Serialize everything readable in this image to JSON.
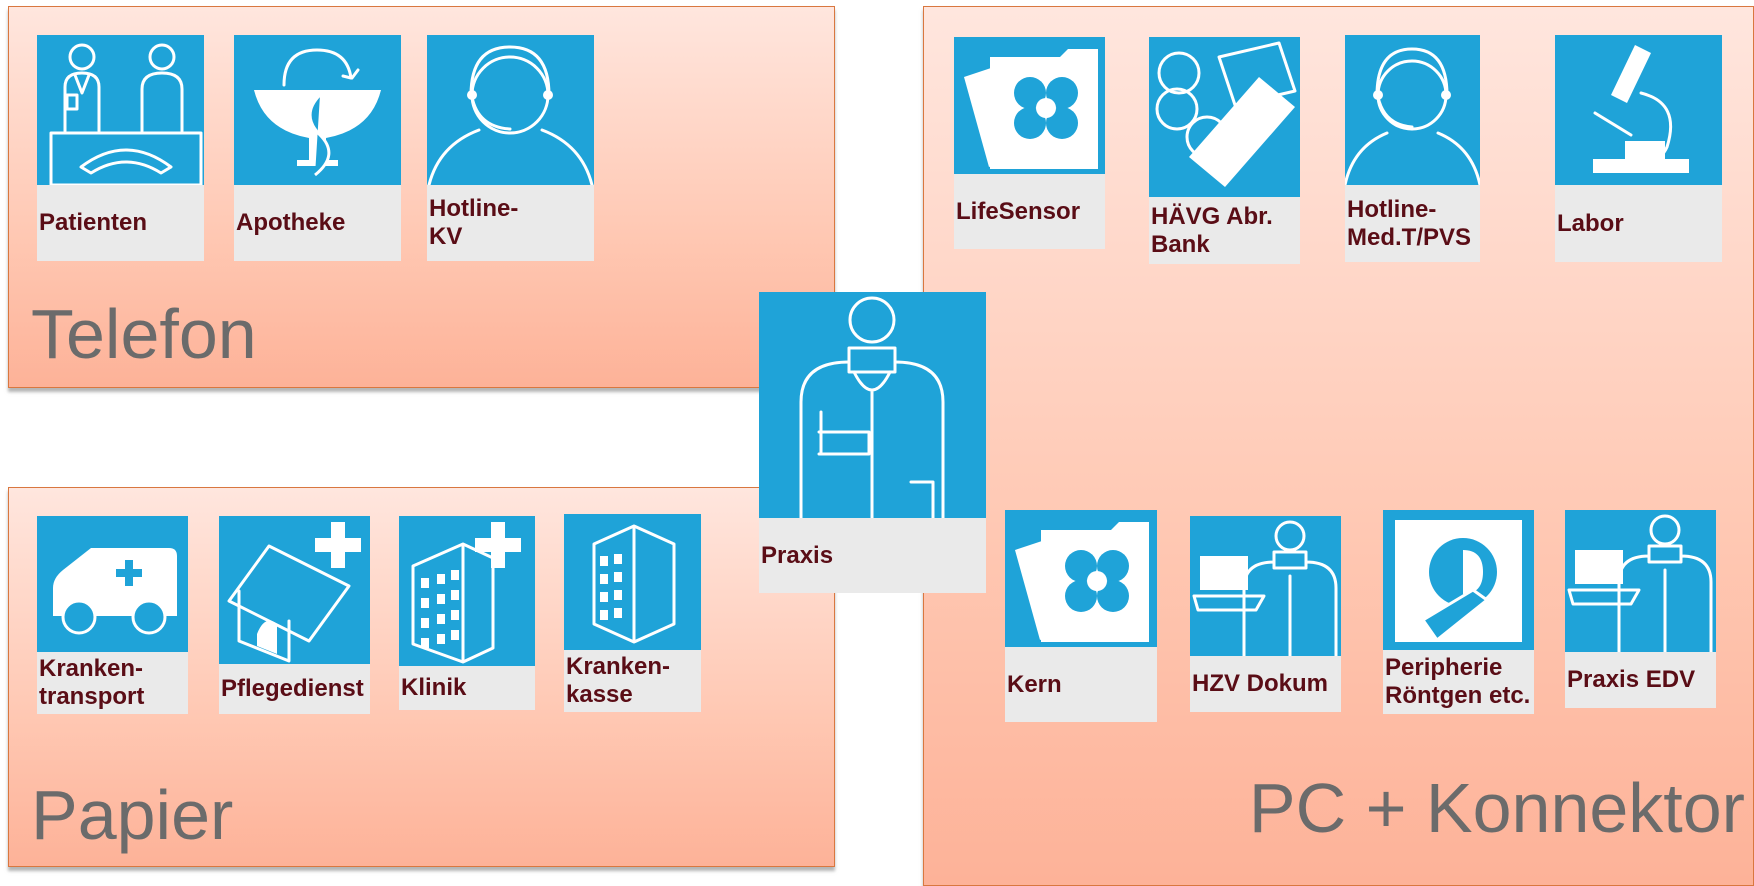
{
  "groups": {
    "telefon": {
      "title": "Telefon"
    },
    "papier": {
      "title": "Papier"
    },
    "pc": {
      "title": "PC + Konnektor"
    }
  },
  "tiles": {
    "patienten": {
      "label": "Patienten",
      "icon": "patients-phone-icon"
    },
    "apotheke": {
      "label": "Apotheke",
      "icon": "pharmacy-bowl-icon"
    },
    "hotline_kv": {
      "label": "Hotline-\nKV",
      "icon": "headset-icon"
    },
    "krankentransport": {
      "label": "Kranken-\ntransport",
      "icon": "ambulance-icon"
    },
    "pflegedienst": {
      "label": "Pflegedienst",
      "icon": "home-care-icon"
    },
    "klinik": {
      "label": "Klinik",
      "icon": "hospital-icon"
    },
    "krankenkasse": {
      "label": "Kranken-\nkasse",
      "icon": "office-building-icon"
    },
    "praxis": {
      "label": "Praxis",
      "icon": "doctor-icon"
    },
    "lifesensor": {
      "label": "LifeSensor",
      "icon": "folder-clover-icon"
    },
    "haevg": {
      "label": "HÄVG Abr.\nBank",
      "icon": "coins-notes-icon"
    },
    "hotline_med": {
      "label": "Hotline-\nMed.T/PVS",
      "icon": "headset-icon"
    },
    "labor": {
      "label": "Labor",
      "icon": "microscope-icon"
    },
    "kern": {
      "label": "Kern",
      "icon": "folder-clover-icon"
    },
    "hzv": {
      "label": "HZV Dokum",
      "icon": "doctor-laptop-icon"
    },
    "peripherie": {
      "label": "Peripherie\nRöntgen etc.",
      "icon": "scanner-icon"
    },
    "praxis_edv": {
      "label": "Praxis EDV",
      "icon": "doctor-laptop-icon"
    }
  },
  "colors": {
    "tile": "#1fa3d8",
    "label_text": "#5a0d16",
    "title_text": "#6b6b6b",
    "panel_border": "#d9773f"
  }
}
